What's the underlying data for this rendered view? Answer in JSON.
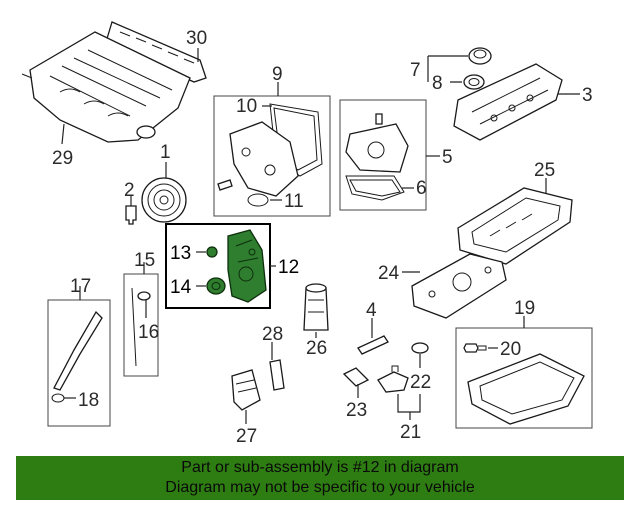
{
  "callouts": {
    "c1": "1",
    "c2": "2",
    "c3": "3",
    "c4": "4",
    "c5": "5",
    "c6": "6",
    "c7": "7",
    "c8": "8",
    "c9": "9",
    "c10": "10",
    "c11": "11",
    "c12": "12",
    "c13": "13",
    "c14": "14",
    "c15": "15",
    "c16": "16",
    "c17": "17",
    "c18": "18",
    "c19": "19",
    "c20": "20",
    "c21": "21",
    "c22": "22",
    "c23": "23",
    "c24": "24",
    "c25": "25",
    "c26": "26",
    "c27": "27",
    "c28": "28",
    "c29": "29",
    "c30": "30"
  },
  "highlight": {
    "part": "12",
    "color": "#2f7d2f"
  },
  "banner": {
    "line1": "Part or sub-assembly is #12 in diagram",
    "line2": "Diagram may not be specific to your vehicle",
    "color": "#2e7d12"
  }
}
